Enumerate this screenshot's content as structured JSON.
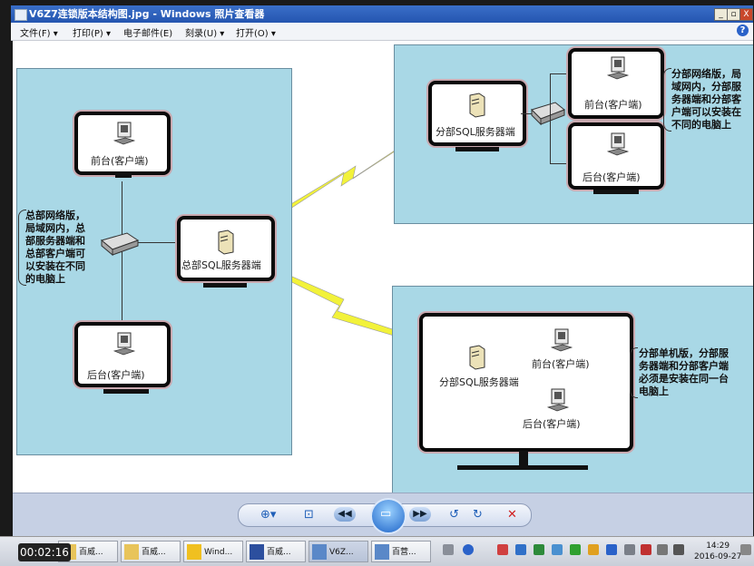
{
  "window": {
    "title": "V6Z7连锁版本结构图.jpg - Windows 照片查看器",
    "controls": [
      "_",
      "▫",
      "X"
    ]
  },
  "menu": {
    "items": [
      "文件(F) ▾",
      "打印(P) ▾",
      "电子邮件(E)",
      "刻录(U) ▾",
      "打开(O) ▾"
    ],
    "help": "?"
  },
  "diagram": {
    "hq_client_front": "前台(客户端)",
    "hq_client_back": "后台(客户端)",
    "hq_server": "总部SQL服务器端",
    "hq_note": "总部网络版，局域网内，总部服务器端和总部客户端可以安装在不同的电脑上",
    "branch_server": "分部SQL服务器端",
    "branch_client_front": "前台(客户端)",
    "branch_client_back": "后台(客户端)",
    "branch_note": "分部网络版，局域网内，分部服务器端和分部客户端可以安装在不同的电脑上",
    "single_server": "分部SQL服务器端",
    "single_front": "前台(客户端)",
    "single_back": "后台(客户端)",
    "single_note": "分部单机版，分部服务器端和分部客户端必须是安装在同一台电脑上"
  },
  "toolbar": {
    "zoom": "⊕▾",
    "fit": "⊡",
    "prev": "◀◀",
    "slideshow": "▭",
    "next": "▶▶",
    "rotate_ccw": "↺",
    "rotate_cw": "↻",
    "delete": "✕"
  },
  "taskbar": {
    "items": [
      "百威...",
      "百威...",
      "Wind...",
      "百威...",
      "V6Z...",
      "百营..."
    ],
    "time": "14:29",
    "date": "2016-09-27"
  },
  "video_timer": "00:02:16",
  "colors": {
    "panel": "#a9d8e6",
    "lightning": "#f2f23a",
    "titlebar": "#2455b0"
  }
}
